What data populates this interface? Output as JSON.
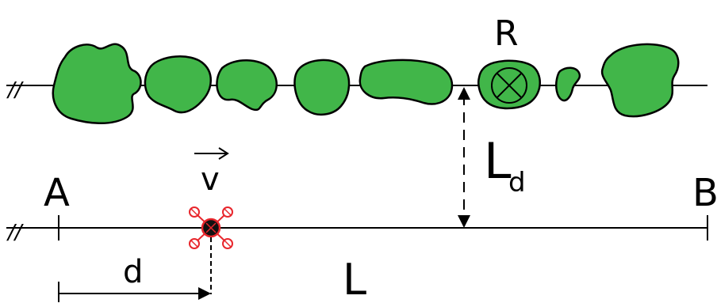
{
  "labels": {
    "R": "R",
    "A": "A",
    "B": "B",
    "v": "v",
    "L": "L",
    "L_d_main": "L",
    "L_d_sub": "d",
    "d": "d",
    "break_top": "//",
    "break_bottom": "//"
  },
  "colors": {
    "vegetation": "#41b649",
    "drone_marker": "#e8262c",
    "line": "#000000"
  },
  "icons": {
    "drone": "quadcopter-icon",
    "target": "cross-circle-icon"
  }
}
